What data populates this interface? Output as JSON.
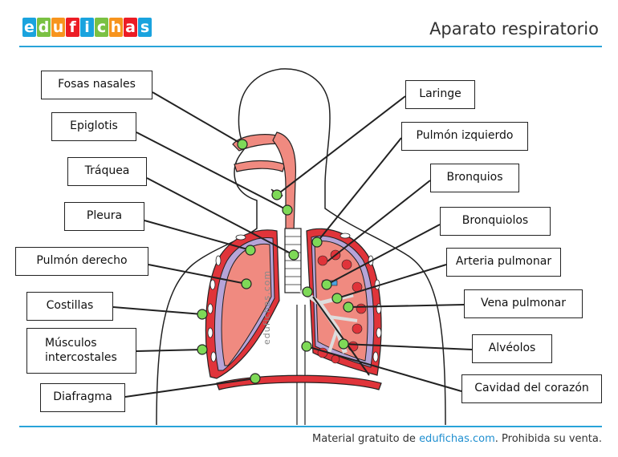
{
  "header": {
    "logo_letters": [
      "e",
      "d",
      "u",
      "f",
      "i",
      "c",
      "h",
      "a",
      "s"
    ],
    "logo_colors": [
      "#1aa3de",
      "#7ac143",
      "#f7941d",
      "#ec1c24",
      "#1aa3de",
      "#7ac143",
      "#f7941d",
      "#ec1c24",
      "#1aa3de"
    ],
    "title": "Aparato respiratorio"
  },
  "labels": {
    "fosas_nasales": "Fosas nasales",
    "epiglotis": "Epiglotis",
    "traquea": "Tráquea",
    "pleura": "Pleura",
    "pulmon_derecho": "Pulmón derecho",
    "costillas": "Costillas",
    "musculos_intercostales": "Músculos intercostales",
    "diafragma": "Diafragma",
    "laringe": "Laringe",
    "pulmon_izquierdo": "Pulmón izquierdo",
    "bronquios": "Bronquios",
    "bronquiolos": "Bronquiolos",
    "arteria_pulmonar": "Arteria pulmonar",
    "vena_pulmonar": "Vena pulmonar",
    "alveolos": "Alvéolos",
    "cavidad_corazon": "Cavidad del corazón"
  },
  "watermark": "edufichas.com",
  "footer": {
    "prefix": "Material gratuito de",
    "brand": "edufichas.com",
    "suffix": ". Prohibida su venta."
  },
  "colors": {
    "accent_rule": "#29a3d9",
    "lung_fill": "#f08a80",
    "rib_red": "#e0343a",
    "pleura_purple": "#b6a4d8",
    "marker_green": "#7ed957"
  }
}
